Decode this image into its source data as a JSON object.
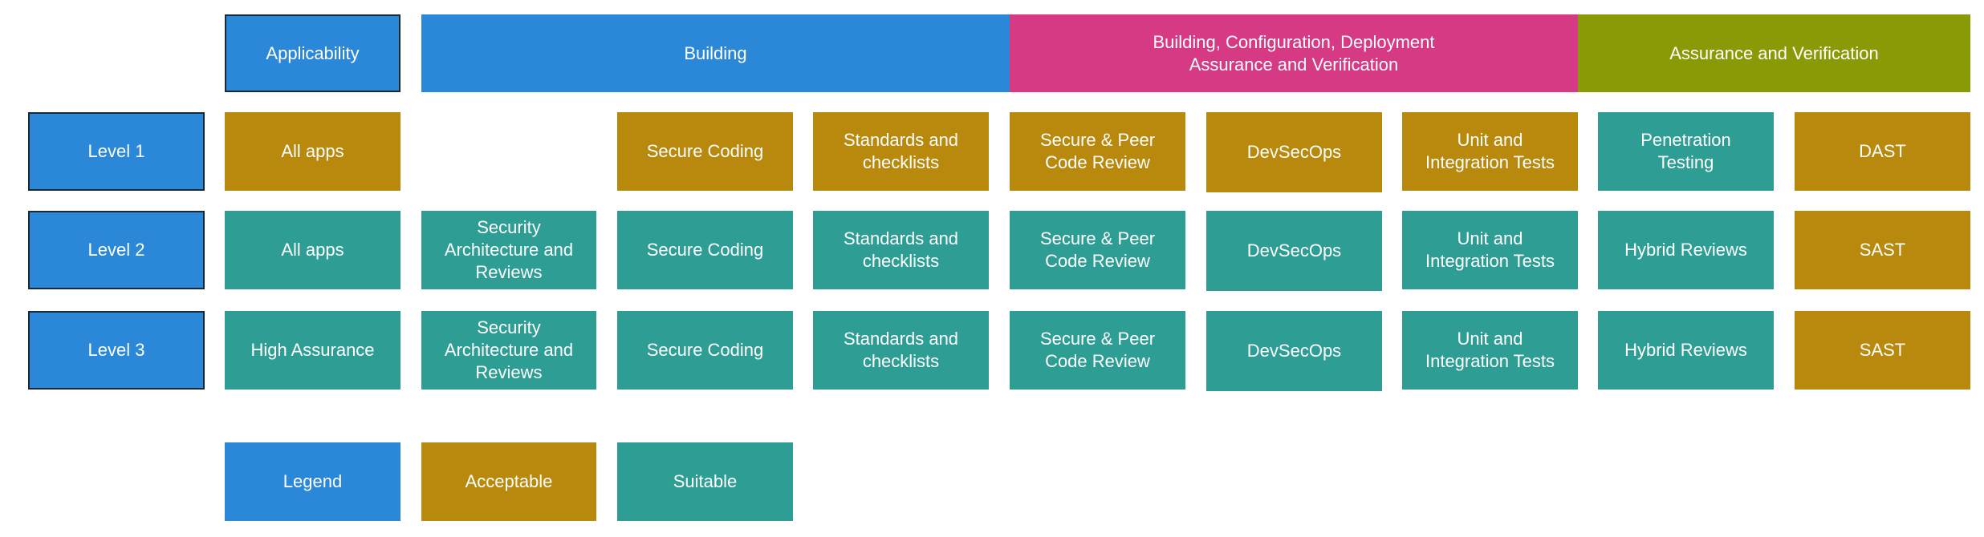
{
  "header": {
    "applicability": "Applicability",
    "building": "Building",
    "building_config": "Building, Configuration, Deployment\nAssurance and Verification",
    "assurance": "Assurance and Verification"
  },
  "levels": {
    "level1": "Level 1",
    "level2": "Level 2",
    "level3": "Level 3"
  },
  "row1": {
    "applicability": "All apps",
    "secure_coding": "Secure Coding",
    "standards": "Standards and\nchecklists",
    "code_review": "Secure & Peer\nCode Review",
    "devsecops": "DevSecOps",
    "tests": "Unit and\nIntegration Tests",
    "pentest": "Penetration\nTesting",
    "dast": "DAST"
  },
  "row2": {
    "applicability": "All apps",
    "architecture": "Security\nArchitecture and\nReviews",
    "secure_coding": "Secure Coding",
    "standards": "Standards and\nchecklists",
    "code_review": "Secure & Peer\nCode Review",
    "devsecops": "DevSecOps",
    "tests": "Unit and\nIntegration Tests",
    "hybrid": "Hybrid Reviews",
    "sast": "SAST"
  },
  "row3": {
    "applicability": "High Assurance",
    "architecture": "Security\nArchitecture and\nReviews",
    "secure_coding": "Secure Coding",
    "standards": "Standards and\nchecklists",
    "code_review": "Secure & Peer\nCode Review",
    "devsecops": "DevSecOps",
    "tests": "Unit and\nIntegration Tests",
    "hybrid": "Hybrid Reviews",
    "sast": "SAST"
  },
  "legend": {
    "title": "Legend",
    "acceptable": "Acceptable",
    "suitable": "Suitable"
  },
  "colors": {
    "blue": "#2b88d8",
    "pink": "#d63a85",
    "olive": "#8a9a06",
    "acceptable_gold": "#b8890c",
    "suitable_teal": "#2e9e95"
  }
}
